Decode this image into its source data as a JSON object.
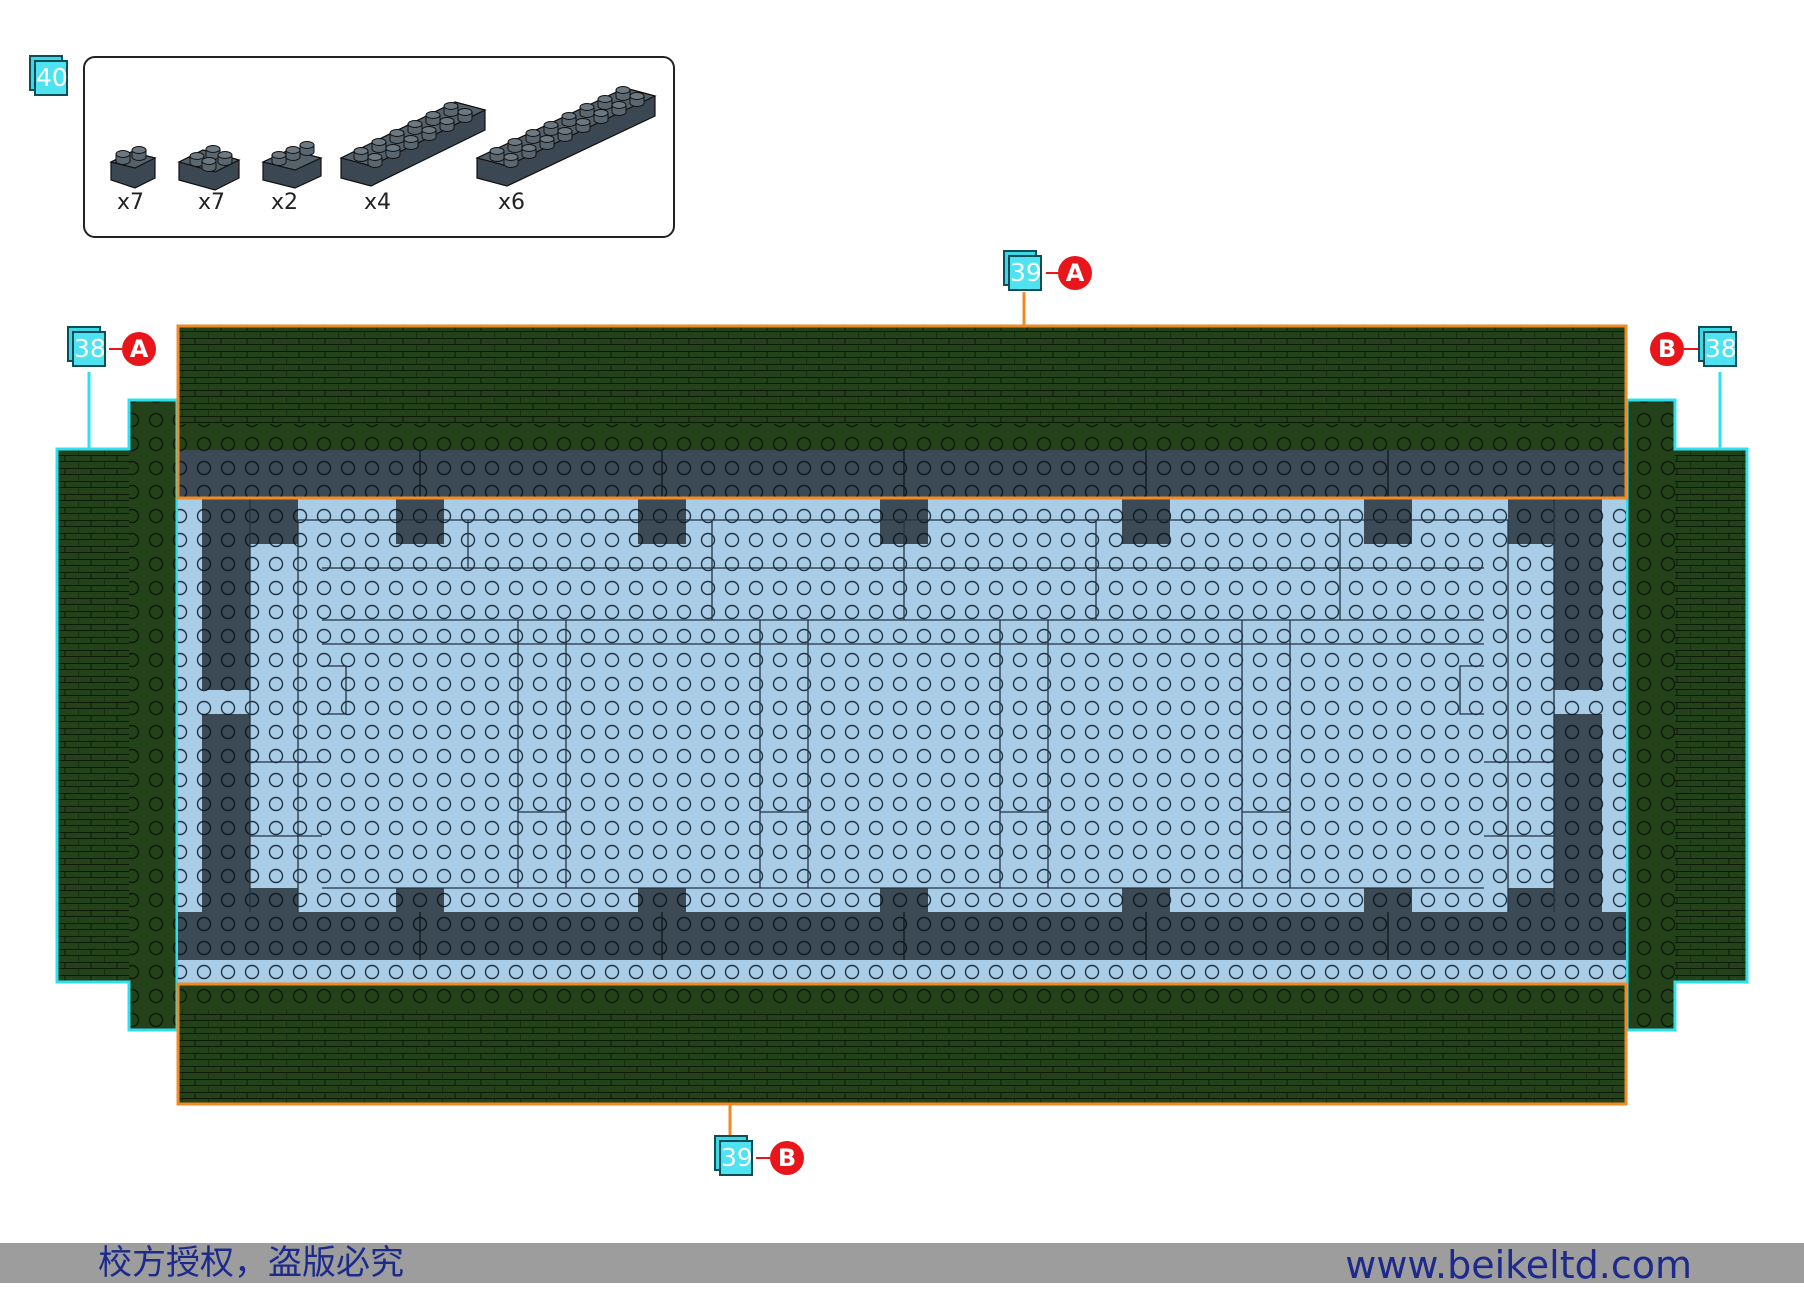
{
  "step": "40",
  "parts": [
    {
      "qty": "x7",
      "icon": "brick-1x2-icon"
    },
    {
      "qty": "x7",
      "icon": "brick-2x2-icon"
    },
    {
      "qty": "x2",
      "icon": "brick-1x3-icon"
    },
    {
      "qty": "x4",
      "icon": "brick-2x6-icon"
    },
    {
      "qty": "x6",
      "icon": "brick-2x8-icon"
    }
  ],
  "callouts": {
    "top": {
      "step": "39",
      "marker": "A"
    },
    "bottom": {
      "step": "39",
      "marker": "B"
    },
    "left": {
      "step": "38",
      "marker": "A"
    },
    "right": {
      "step": "38",
      "marker": "B"
    }
  },
  "footer": {
    "left_text": "校方授权，盗版必究",
    "right_text": "www.beikeltd.com"
  },
  "colors": {
    "dark_green": "#24421a",
    "light_blue": "#a9cde6",
    "dark_gray": "#3b4a55",
    "orange_outline": "#f08a24",
    "cyan_outline": "#2ee0ef",
    "marker_red": "#e8151b"
  }
}
